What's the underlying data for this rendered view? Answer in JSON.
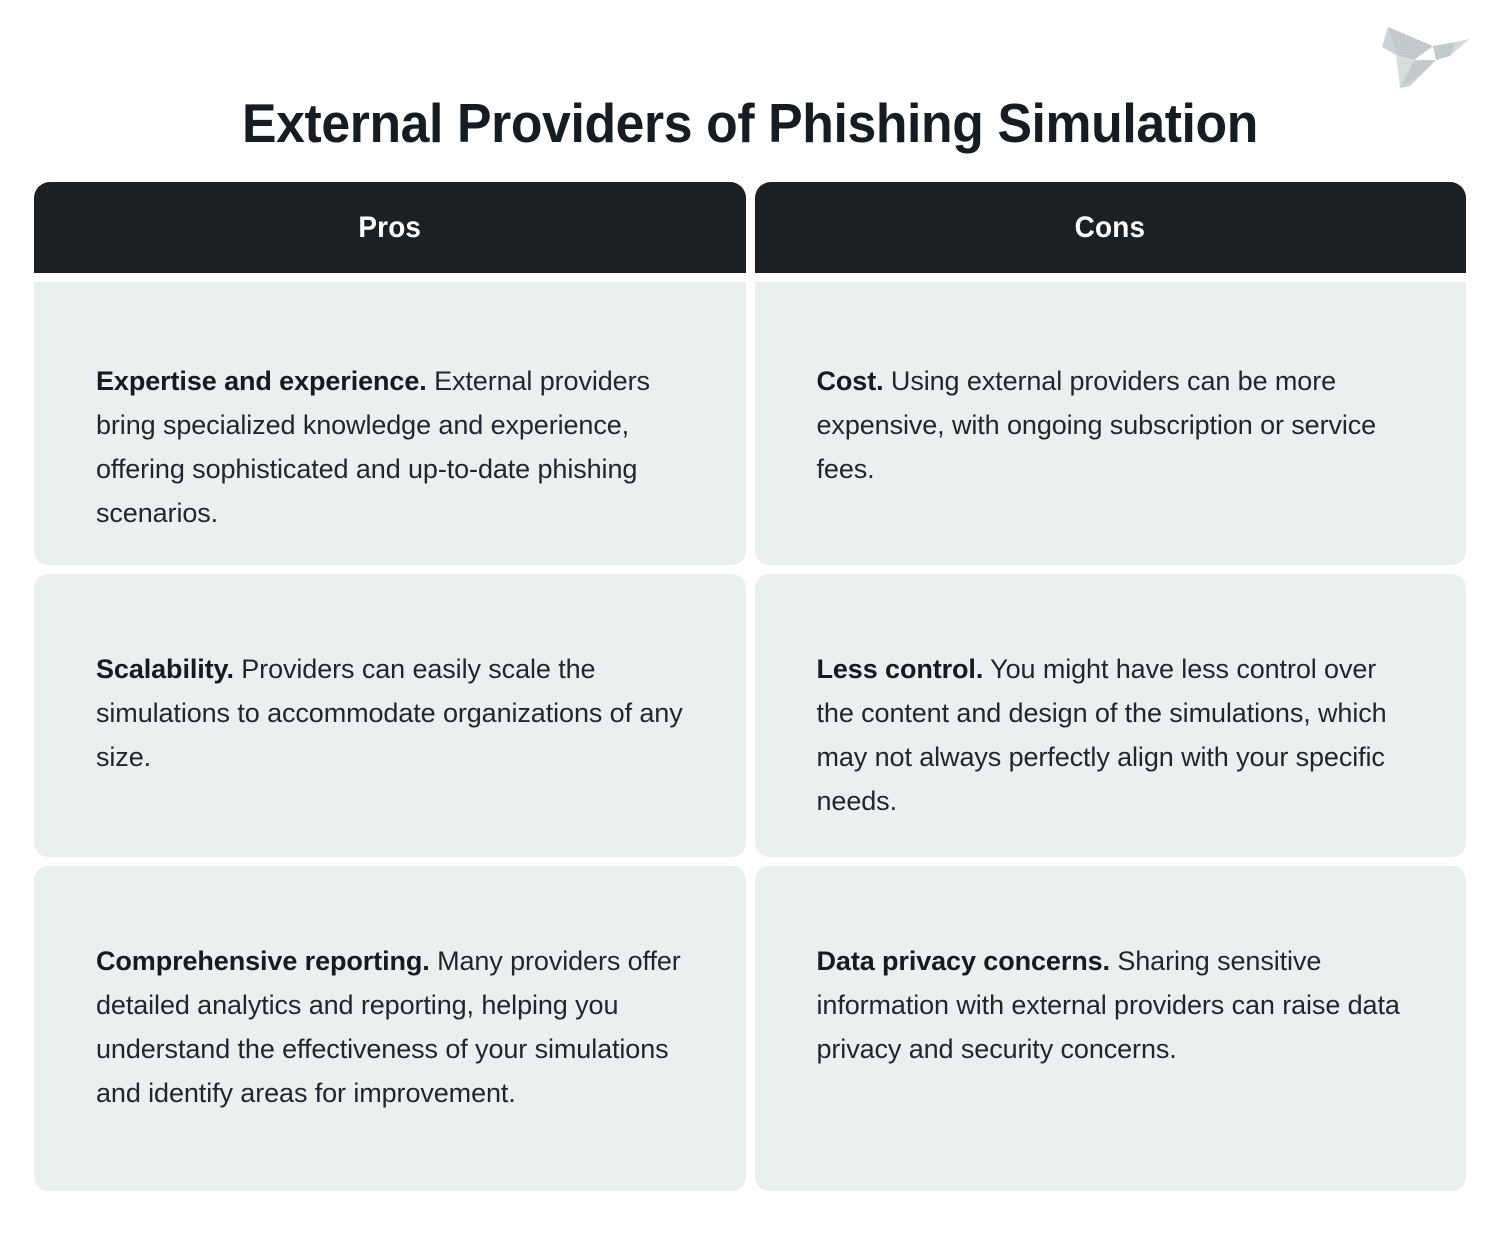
{
  "page": {
    "title": "External Providers of Phishing Simulation",
    "logo_icon": "origami-bird-icon",
    "background_color": "#ffffff"
  },
  "colors": {
    "title_text": "#161c22",
    "header_background": "#1c2023",
    "header_text": "#ffffff",
    "cell_background": "#eaeff0",
    "cell_text": "#1f262c",
    "logo": "#c3cbcd"
  },
  "table": {
    "columns": [
      {
        "key": "pros",
        "label": "Pros"
      },
      {
        "key": "cons",
        "label": "Cons"
      }
    ],
    "rows": [
      {
        "pros": {
          "lead": "Expertise and experience.",
          "body": " External providers bring specialized knowledge and experience, offering sophisticated and up-to-date phishing scenarios."
        },
        "cons": {
          "lead": "Cost.",
          "body": " Using external providers can be more expensive, with ongoing subscription or service fees."
        }
      },
      {
        "pros": {
          "lead": "Scalability.",
          "body": " Providers can easily scale the simulations to accommodate organizations of any size."
        },
        "cons": {
          "lead": "Less control.",
          "body": " You might have less control over the content and design of the simulations, which may not always perfectly align with your specific needs."
        }
      },
      {
        "pros": {
          "lead": "Comprehensive reporting.",
          "body": " Many providers offer detailed analytics and reporting, helping you understand the effectiveness of your simulations and identify areas for improvement."
        },
        "cons": {
          "lead": "Data privacy concerns.",
          "body": " Sharing sensitive information with external providers can raise data privacy and security concerns."
        }
      }
    ]
  }
}
